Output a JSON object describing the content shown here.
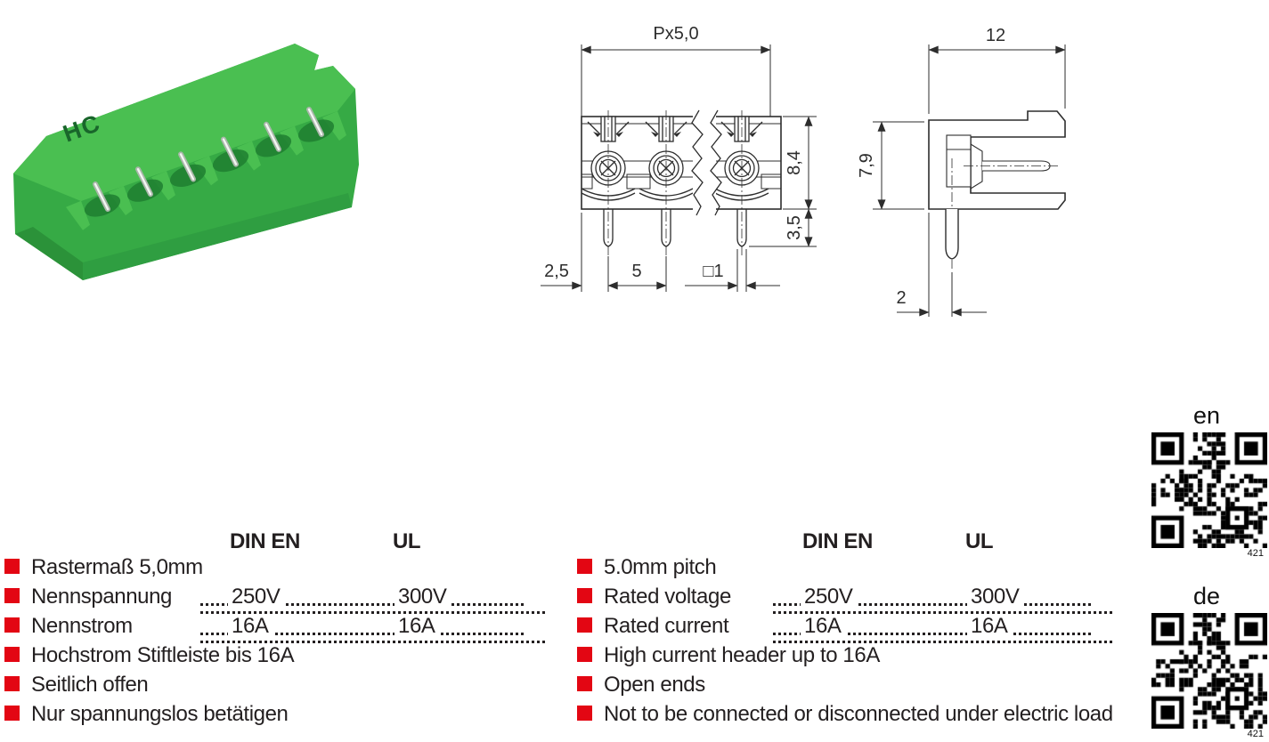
{
  "product": {
    "marking": "HC"
  },
  "drawing_front": {
    "pitch_label": "Px5,0",
    "dim_body_height": "8,4",
    "dim_pin_length": "3,5",
    "dim_edge_offset": "2,5",
    "dim_pin_pitch": "5",
    "dim_pin_square": "□1"
  },
  "drawing_side": {
    "dim_depth": "12",
    "dim_height": "7,9",
    "dim_pin_offset": "2"
  },
  "specs_de": {
    "headers": {
      "din": "DIN EN",
      "ul": "UL"
    },
    "rows": [
      {
        "label": "Rastermaß 5,0mm"
      },
      {
        "label": "Nennspannung",
        "din": "250V",
        "ul": "300V"
      },
      {
        "label": "Nennstrom",
        "din": "16A",
        "ul": "16A"
      },
      {
        "label": "Hochstrom Stiftleiste bis 16A"
      },
      {
        "label": "Seitlich offen"
      },
      {
        "label": "Nur spannungslos betätigen"
      }
    ]
  },
  "specs_en": {
    "headers": {
      "din": "DIN EN",
      "ul": "UL"
    },
    "rows": [
      {
        "label": "5.0mm pitch"
      },
      {
        "label": "Rated voltage",
        "din": "250V",
        "ul": "300V"
      },
      {
        "label": "Rated current",
        "din": "16A",
        "ul": "16A"
      },
      {
        "label": "High current header up to 16A"
      },
      {
        "label": "Open ends"
      },
      {
        "label": "Not to be connected or disconnected under electric load"
      }
    ]
  },
  "qr_codes": [
    {
      "lang": "en",
      "number": "421"
    },
    {
      "lang": "de",
      "number": "421"
    }
  ],
  "colors": {
    "accent_red": "#e30613",
    "text": "#231f20",
    "line": "#2d2d2d",
    "green_top": "#4abf51",
    "green_body": "#36aa45",
    "green_dark": "#2b9239"
  }
}
